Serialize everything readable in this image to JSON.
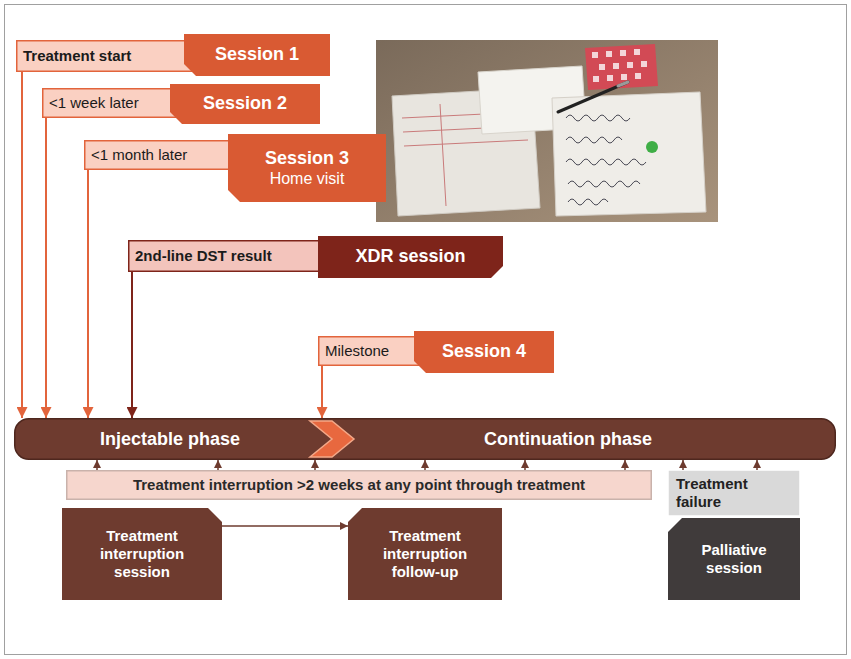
{
  "diagram": {
    "nodes": [
      {
        "text": [
          "Treatment start"
        ]
      },
      {
        "text": [
          "Session 1"
        ]
      },
      {
        "text": [
          "<1 week later"
        ]
      },
      {
        "text": [
          "Session 2"
        ]
      },
      {
        "text": [
          "<1 month later"
        ]
      },
      {
        "text": [
          "Session 3",
          "Home visit"
        ]
      },
      {
        "text": [
          "2nd-line DST result"
        ]
      },
      {
        "text": [
          "XDR session"
        ]
      },
      {
        "text": [
          "Milestone"
        ]
      },
      {
        "text": [
          "Session 4"
        ]
      },
      {
        "text": [
          "Injectable phase",
          "Continuation phase"
        ]
      },
      {
        "text": [
          "Treatment interruption >2 weeks at any point through treatment"
        ]
      },
      {
        "text": [
          "Treatment interruption session"
        ]
      },
      {
        "text": [
          "Treatment interruption follow-up"
        ]
      },
      {
        "text": [
          "Treatment failure"
        ]
      },
      {
        "text": [
          "Palliative session"
        ]
      }
    ],
    "edges": [
      {
        "from": 0,
        "to": 10,
        "arrow": "to"
      },
      {
        "from": 2,
        "to": 10,
        "arrow": "to"
      },
      {
        "from": 4,
        "to": 10,
        "arrow": "to"
      },
      {
        "from": 6,
        "to": 10,
        "arrow": "to"
      },
      {
        "from": 8,
        "to": 10,
        "arrow": "to"
      },
      {
        "from": 11,
        "to": 10,
        "arrow": "to"
      },
      {
        "from": 11,
        "to": 10,
        "arrow": "to"
      },
      {
        "from": 11,
        "to": 10,
        "arrow": "to"
      },
      {
        "from": 11,
        "to": 10,
        "arrow": "to"
      },
      {
        "from": 11,
        "to": 10,
        "arrow": "to"
      },
      {
        "from": 11,
        "to": 10,
        "arrow": "to"
      },
      {
        "from": 12,
        "to": 13,
        "arrow": "to"
      },
      {
        "from": 14,
        "to": 10,
        "arrow": "to"
      },
      {
        "from": 14,
        "to": 10,
        "arrow": "to"
      }
    ]
  }
}
